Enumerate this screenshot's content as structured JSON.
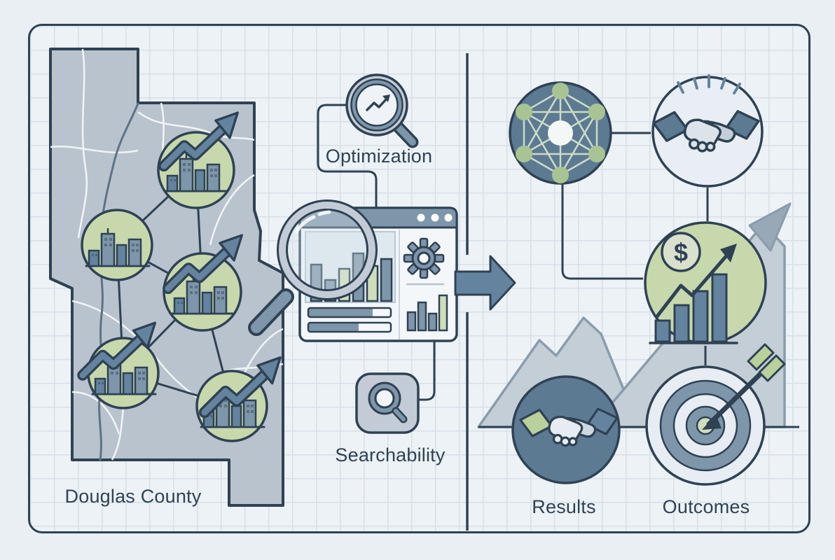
{
  "palette": {
    "bg": "#e9eff3",
    "bgInner": "#edf2f6",
    "grid": "#d6e0e8",
    "ink": "#2f4254",
    "mapFill": "#b9c3cd",
    "river": "#5d7386",
    "road": "#f3f7fa",
    "slateMid": "#64839e",
    "slateLight": "#7e96aa",
    "slateBlue": "#5d7a93",
    "green": "#c7d8ad",
    "greenSoft": "#cfdeba",
    "greenSleeve": "#b9d09a",
    "netNode": "#a9c494",
    "netLine": "#d4e1c9",
    "grayShape": "#c3ccd6",
    "graySilhouette": "#c4ced7",
    "grayEdge": "#8a9cab",
    "grayHead": "#98a8b6",
    "panelLight": "#f4f7fa",
    "panelLight2": "#e8eef3",
    "handLight": "#dce4ea",
    "handShade": "#c3ced8",
    "coin": "#d9e0cd",
    "white": "#ffffff"
  },
  "labels": {
    "map_region": "Douglas County",
    "optimization": "Optimization",
    "searchability": "Searchability",
    "results": "Results",
    "outcomes": "Outcomes"
  },
  "symbols": {
    "dollar": "$"
  },
  "icons": [
    "magnifier-trend-icon",
    "browser-analytics-window",
    "gear-icon",
    "magnifier-icon",
    "search-app-icon",
    "flow-arrow-icon",
    "network-icon",
    "handshake-icon",
    "money-growth-icon",
    "growth-arrow-silhouette",
    "results-handshake-icon",
    "target-dart-icon",
    "city-growth-node"
  ],
  "left_panel": {
    "map_node_count": 5
  },
  "flow": {
    "from": "Douglas County map + Optimization + Searchability",
    "to": "Results + Outcomes"
  }
}
